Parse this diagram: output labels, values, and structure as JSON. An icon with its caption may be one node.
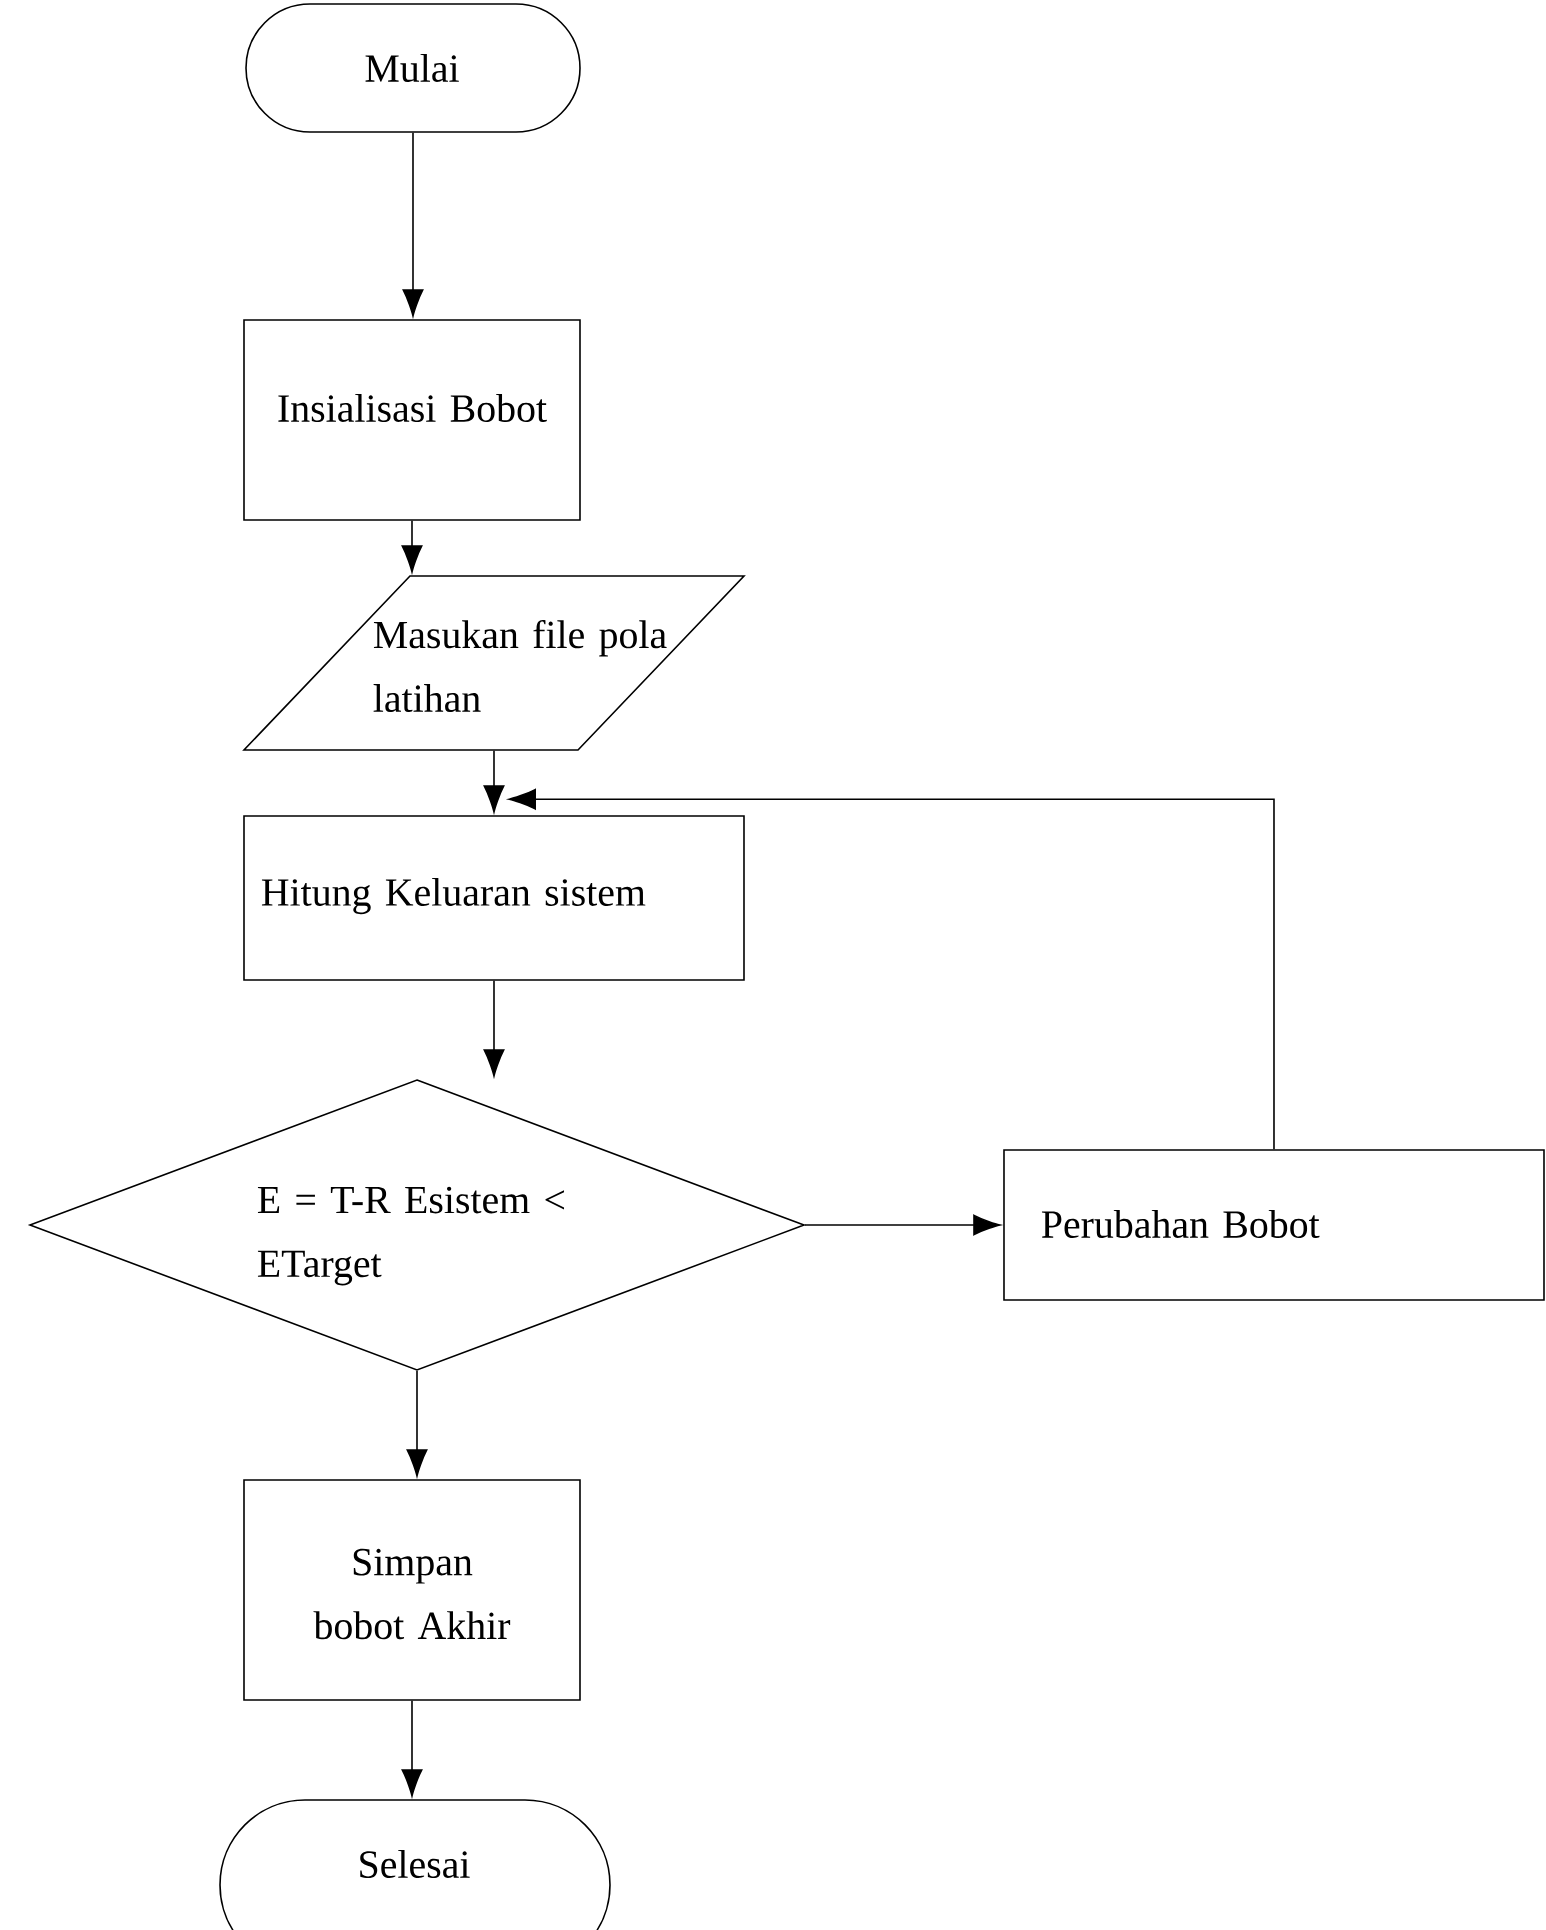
{
  "diagram": {
    "nodes": [
      {
        "text": [
          "Mulai"
        ]
      },
      {
        "text": [
          "Insialisasi Bobot"
        ]
      },
      {
        "text": [
          "Masukan file pola latihan"
        ]
      },
      {
        "text": [
          "Hitung Keluaran sistem"
        ]
      },
      {
        "text": [
          "E = T-R Esistem < ETarget"
        ]
      },
      {
        "text": [
          "Perubahan Bobot"
        ]
      },
      {
        "text": [
          "Simpan bobot Akhir"
        ]
      },
      {
        "text": [
          "Selesai"
        ]
      }
    ],
    "edges": [
      {
        "from": 0,
        "to": 1,
        "arrow": "to"
      },
      {
        "from": 1,
        "to": 2,
        "arrow": "to"
      },
      {
        "from": 2,
        "to": 3,
        "arrow": "to"
      },
      {
        "from": 3,
        "to": 4,
        "arrow": "to"
      },
      {
        "from": 4,
        "to": 5,
        "arrow": "to"
      },
      {
        "from": 5,
        "to": 3,
        "arrow": "to"
      },
      {
        "from": 4,
        "to": 6,
        "arrow": "to"
      },
      {
        "from": 6,
        "to": 7,
        "arrow": "to"
      }
    ]
  }
}
